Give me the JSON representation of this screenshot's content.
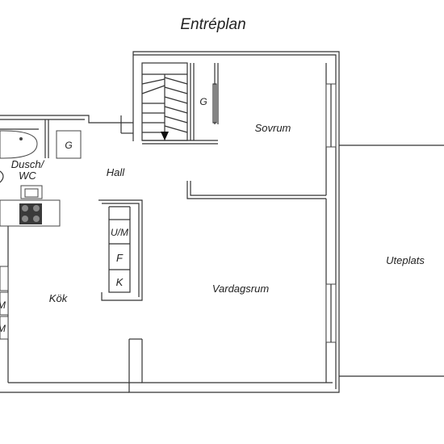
{
  "plan": {
    "title": "Entréplan",
    "rooms": {
      "sovrum": "Sovrum",
      "hall": "Hall",
      "dusch_wc": [
        "Dusch/",
        "WC"
      ],
      "kok": "Kök",
      "vardagsrum": "Vardagsrum",
      "uteplats": "Uteplats"
    },
    "closets": {
      "g_stair": "G",
      "g_bath": "G",
      "um": "U/M",
      "f": "F",
      "k": "K",
      "left_m1": "M",
      "left_m2": "M"
    }
  },
  "colors": {
    "wall": "#333333",
    "text": "#222222",
    "appliance": "#3a3a3a"
  }
}
